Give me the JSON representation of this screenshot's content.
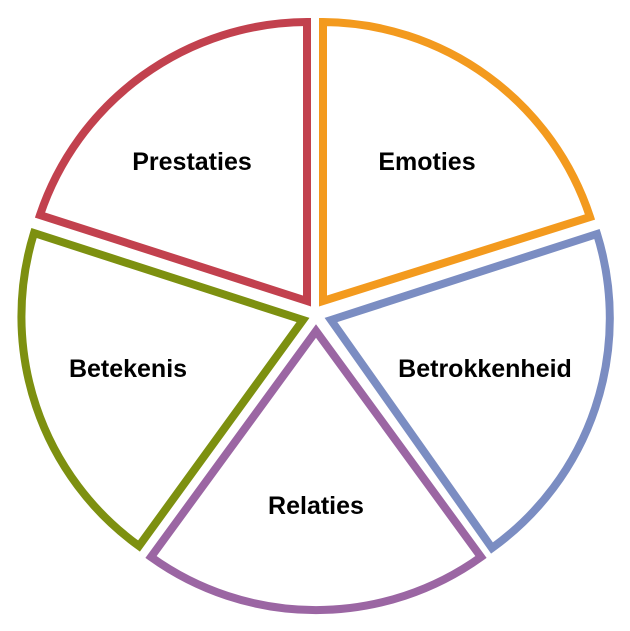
{
  "diagram": {
    "segments": [
      {
        "key": "emoties",
        "label": "Emoties",
        "color": "#F39A1E"
      },
      {
        "key": "betrokkenheid",
        "label": "Betrokkenheid",
        "color": "#7B8DC2"
      },
      {
        "key": "relaties",
        "label": "Relaties",
        "color": "#9B66A3"
      },
      {
        "key": "betekenis",
        "label": "Betekenis",
        "color": "#7D9010"
      },
      {
        "key": "prestaties",
        "label": "Prestaties",
        "color": "#C2414E"
      }
    ]
  }
}
